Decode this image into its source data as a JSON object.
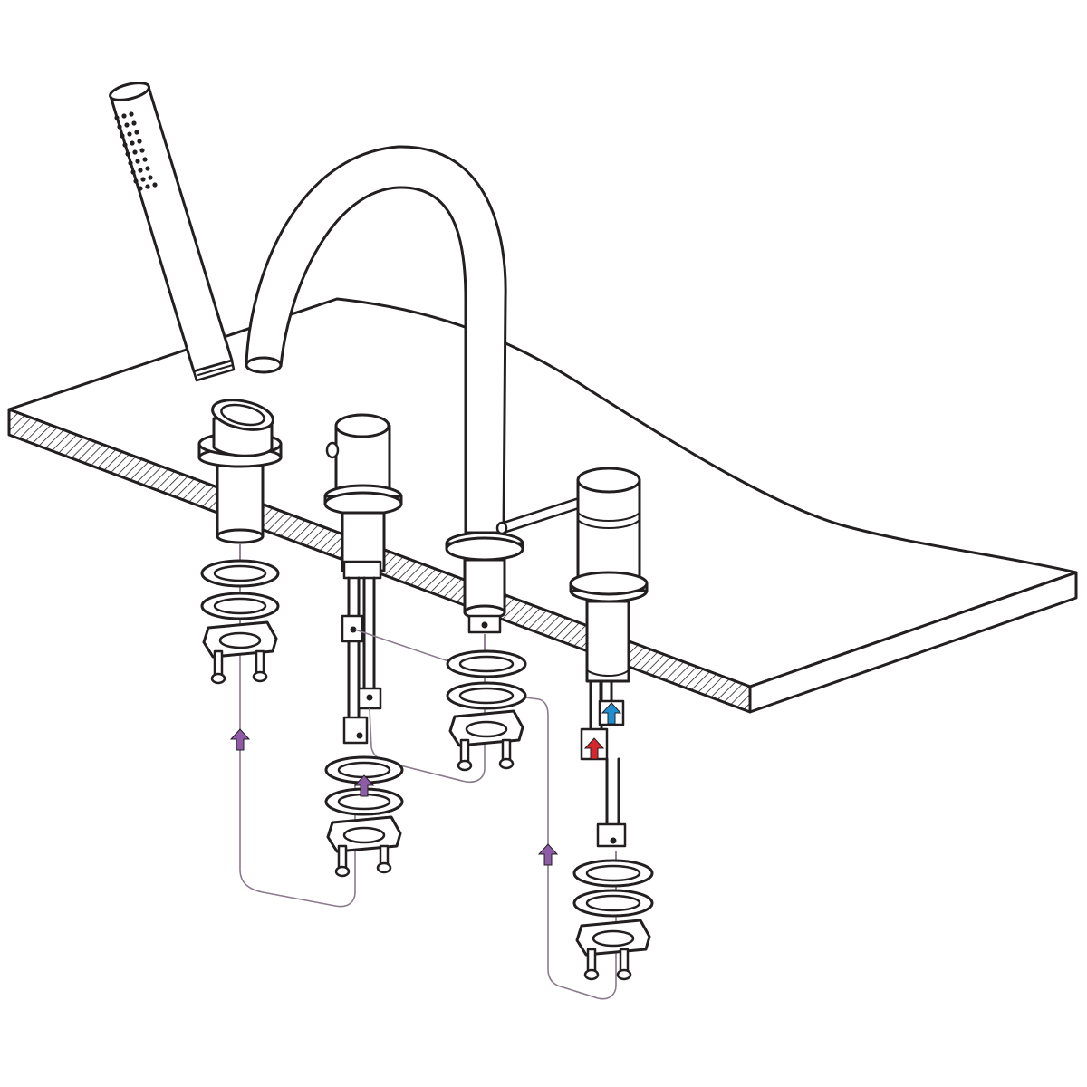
{
  "colors": {
    "line": "#231f20",
    "hatch": "#231f20",
    "hose": "#8a7a8c",
    "flow_arrow": "#8e5ba6",
    "hot_arrow": "#d7262c",
    "cold_arrow": "#1f8fd1"
  },
  "components": [
    "hand-shower",
    "spout",
    "diverter-valve",
    "shower-hose-outlet",
    "mixer-valve",
    "countertop"
  ],
  "icons": {
    "flow": "arrow-up-icon",
    "hot": "hot-water-arrow-icon",
    "cold": "cold-water-arrow-icon"
  }
}
